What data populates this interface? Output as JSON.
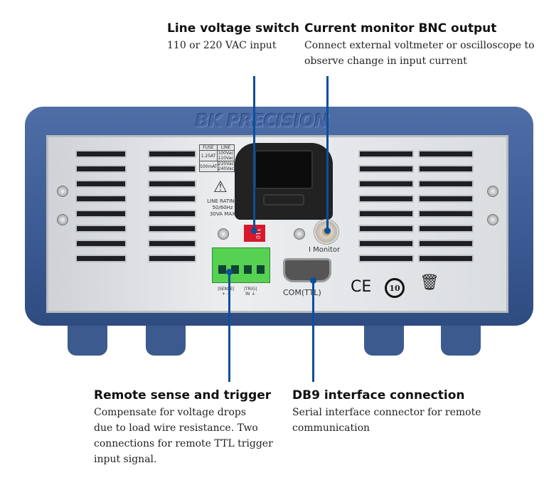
{
  "callouts": {
    "line_voltage": {
      "title": "Line voltage switch",
      "lines": [
        "110 or 220 VAC input"
      ]
    },
    "current_monitor": {
      "title": "Current monitor BNC output",
      "lines": [
        "Connect external voltmeter or oscilloscope to",
        "observe change in input current"
      ]
    },
    "remote_sense": {
      "title": "Remote sense and trigger",
      "lines": [
        "Compensate for voltage drops",
        "due to load wire resistance. Two",
        "connections for remote TTL trigger",
        "input signal."
      ]
    },
    "db9": {
      "title": "DB9 interface connection",
      "lines": [
        "Serial interface connector for remote",
        "communication"
      ]
    }
  },
  "device": {
    "brand": "BK PRECISION",
    "fuse_table": {
      "headers": [
        "FUSE",
        "LINE"
      ],
      "rows": [
        [
          "1.25AT",
          "100Vac 110Vac"
        ],
        [
          "500mAT",
          "220Vac 240Vac"
        ]
      ]
    },
    "line_rating": [
      "LINE RATING",
      "50/60Hz",
      "30VA MAX"
    ],
    "switch_value": "110",
    "bnc_label": "I Monitor",
    "terminal_labels": [
      "|SENSE|",
      "+  −",
      "|TRIG|",
      "IN  ⏚"
    ],
    "db9_label": "COM(TTL)",
    "marks": [
      "CE",
      "10"
    ],
    "callout_color": "#0b4f9c",
    "housing_color": "#3b5a93"
  }
}
